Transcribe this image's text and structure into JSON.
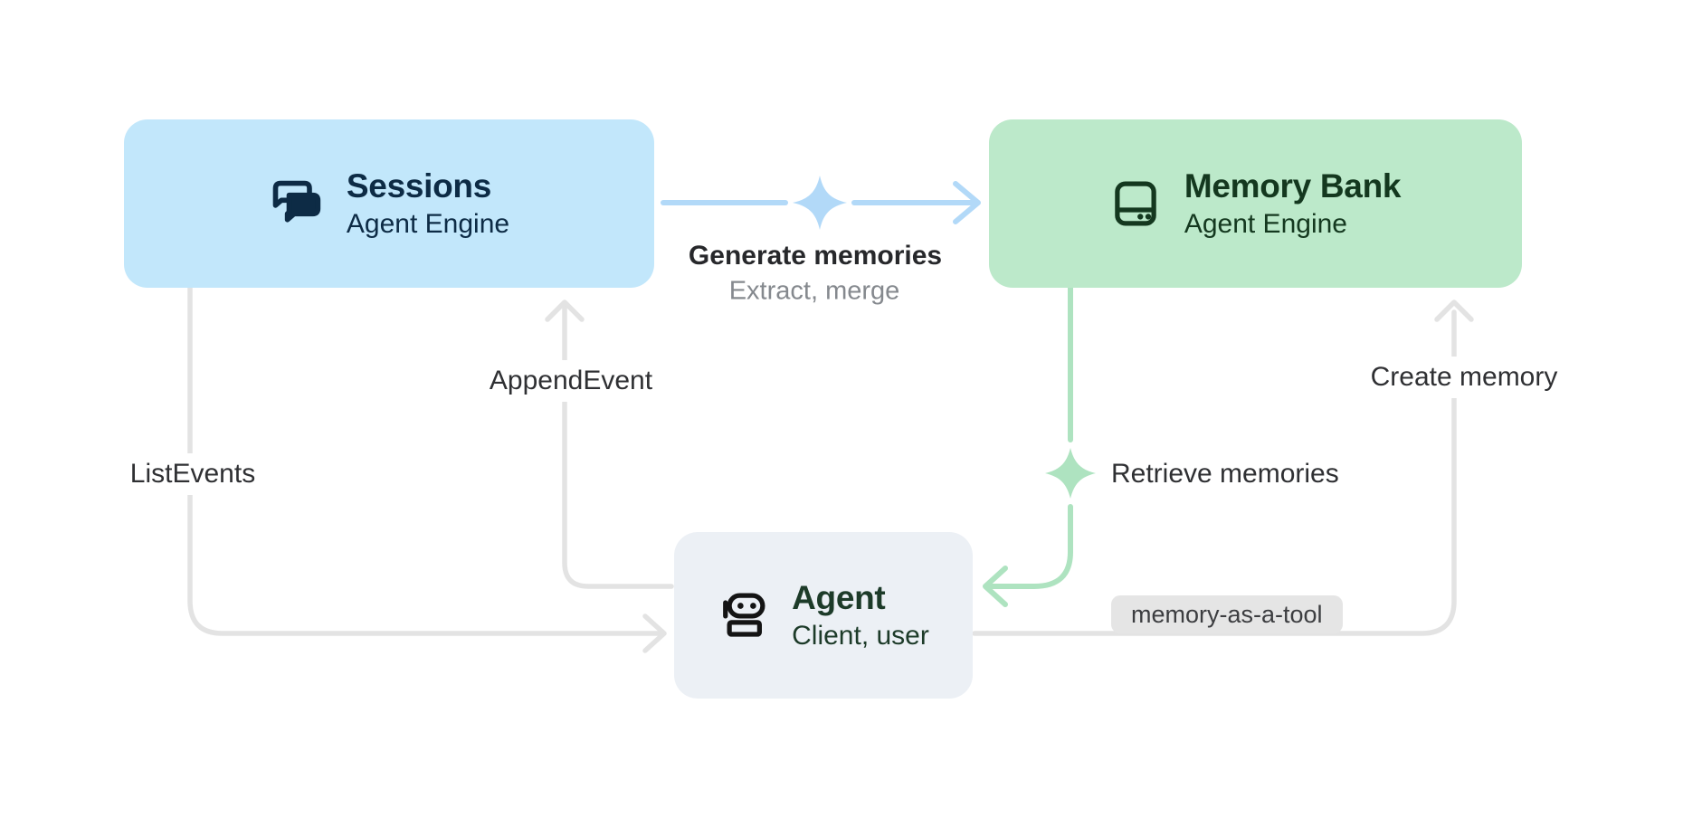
{
  "diagram": {
    "background": "#ffffff",
    "nodes": {
      "sessions": {
        "title": "Sessions",
        "subtitle": "Agent Engine",
        "bg": "#c2e7fb",
        "fg": "#0d2b45",
        "icon": "chat-forum-icon"
      },
      "memory_bank": {
        "title": "Memory Bank",
        "subtitle": "Agent Engine",
        "bg": "#bce9ca",
        "fg": "#14381f",
        "icon": "storage-icon"
      },
      "agent": {
        "title": "Agent",
        "subtitle": "Client, user",
        "bg": "#ecf0f5",
        "fg": "#1d3b29",
        "icon": "robot-icon"
      }
    },
    "edges": {
      "generate_memories": {
        "label": "Generate memories",
        "sublabel": "Extract, merge",
        "from": "Sessions",
        "to": "Memory Bank",
        "color": "#b2d9f8",
        "decoration": "sparkle-icon"
      },
      "append_event": {
        "label": "AppendEvent",
        "from": "Agent",
        "to": "Sessions",
        "color": "#e3e3e3"
      },
      "list_events": {
        "label": "ListEvents",
        "from": "Sessions",
        "to": "Agent",
        "color": "#e3e3e3"
      },
      "retrieve_memories": {
        "label": "Retrieve memories",
        "from": "Memory Bank",
        "to": "Agent",
        "color": "#aee3c0",
        "decoration": "sparkle-icon"
      },
      "create_memory": {
        "label": "Create memory",
        "badge": "memory-as-a-tool",
        "from": "Agent",
        "to": "Memory Bank",
        "color": "#e3e3e3"
      }
    }
  }
}
